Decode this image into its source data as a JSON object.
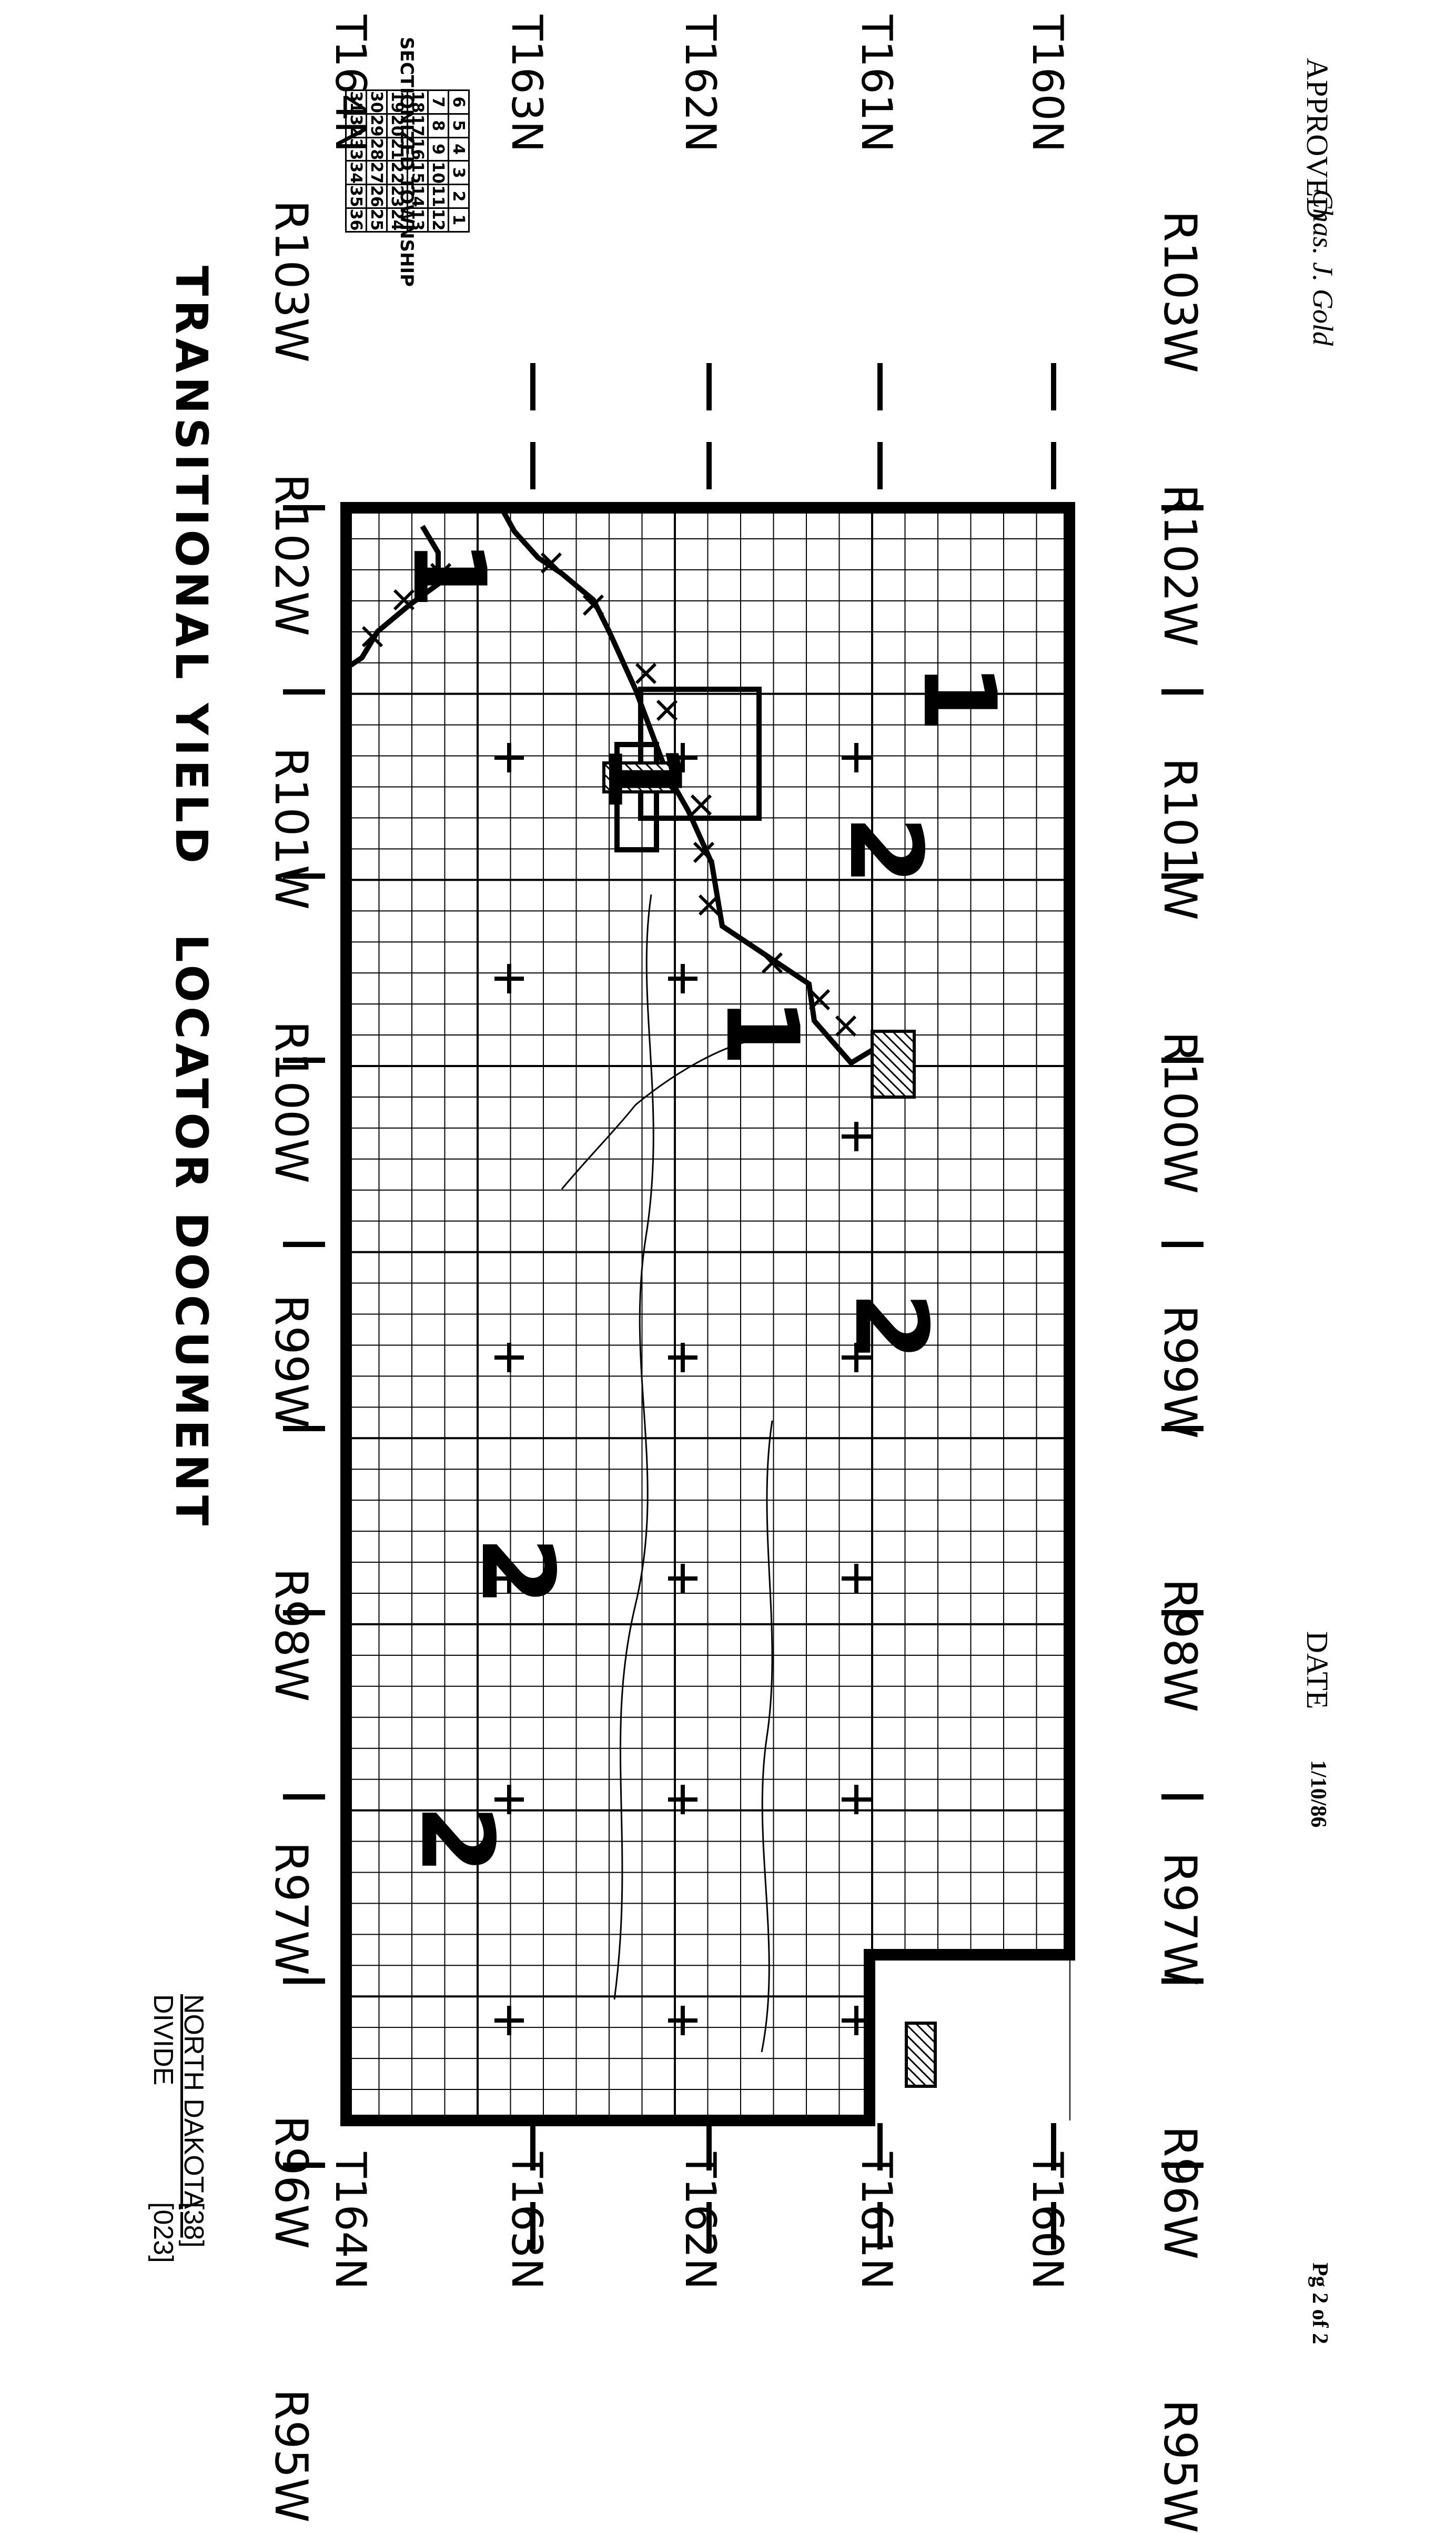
{
  "header": {
    "title_left": "TRANSITIONAL YIELD",
    "title_right": "LOCATOR DOCUMENT",
    "state": "NORTH DAKOTA",
    "state_code": "[38]",
    "county": "DIVIDE",
    "county_code": "[023]"
  },
  "sectionized": {
    "title": "SECTIONIZED TOWNSHIP",
    "rows": [
      [
        "6",
        "5",
        "4",
        "3",
        "2",
        "1"
      ],
      [
        "7",
        "8",
        "9",
        "10",
        "11",
        "12"
      ],
      [
        "18",
        "17",
        "16",
        "15",
        "14",
        "13"
      ],
      [
        "19",
        "20",
        "21",
        "22",
        "23",
        "24"
      ],
      [
        "30",
        "29",
        "28",
        "27",
        "26",
        "25"
      ],
      [
        "31",
        "32",
        "33",
        "34",
        "35",
        "36"
      ]
    ]
  },
  "ranges_top": [
    "R103W",
    "R102W",
    "R101W",
    "R100W",
    "R99W",
    "R98W",
    "R97W",
    "R96W",
    "R95W"
  ],
  "ranges_bottom": [
    "R103W",
    "R102W",
    "R101W",
    "R100W",
    "R99W",
    "R98W",
    "R97W",
    "R96W",
    "R95W"
  ],
  "townships_left": [
    "T164N",
    "T163N",
    "T162N",
    "T161N",
    "T160N"
  ],
  "townships_right": [
    "T164N",
    "T163N",
    "T162N",
    "T161N",
    "T160N"
  ],
  "zones": [
    "1",
    "1",
    "1",
    "1",
    "2",
    "2",
    "2",
    "2"
  ],
  "footer": {
    "approved_label": "APPROVED",
    "date_label": "DATE",
    "date_value": "1/10/86",
    "page": "Pg 2 of 2"
  },
  "colors": {
    "ink": "#000000",
    "paper": "#ffffff"
  }
}
